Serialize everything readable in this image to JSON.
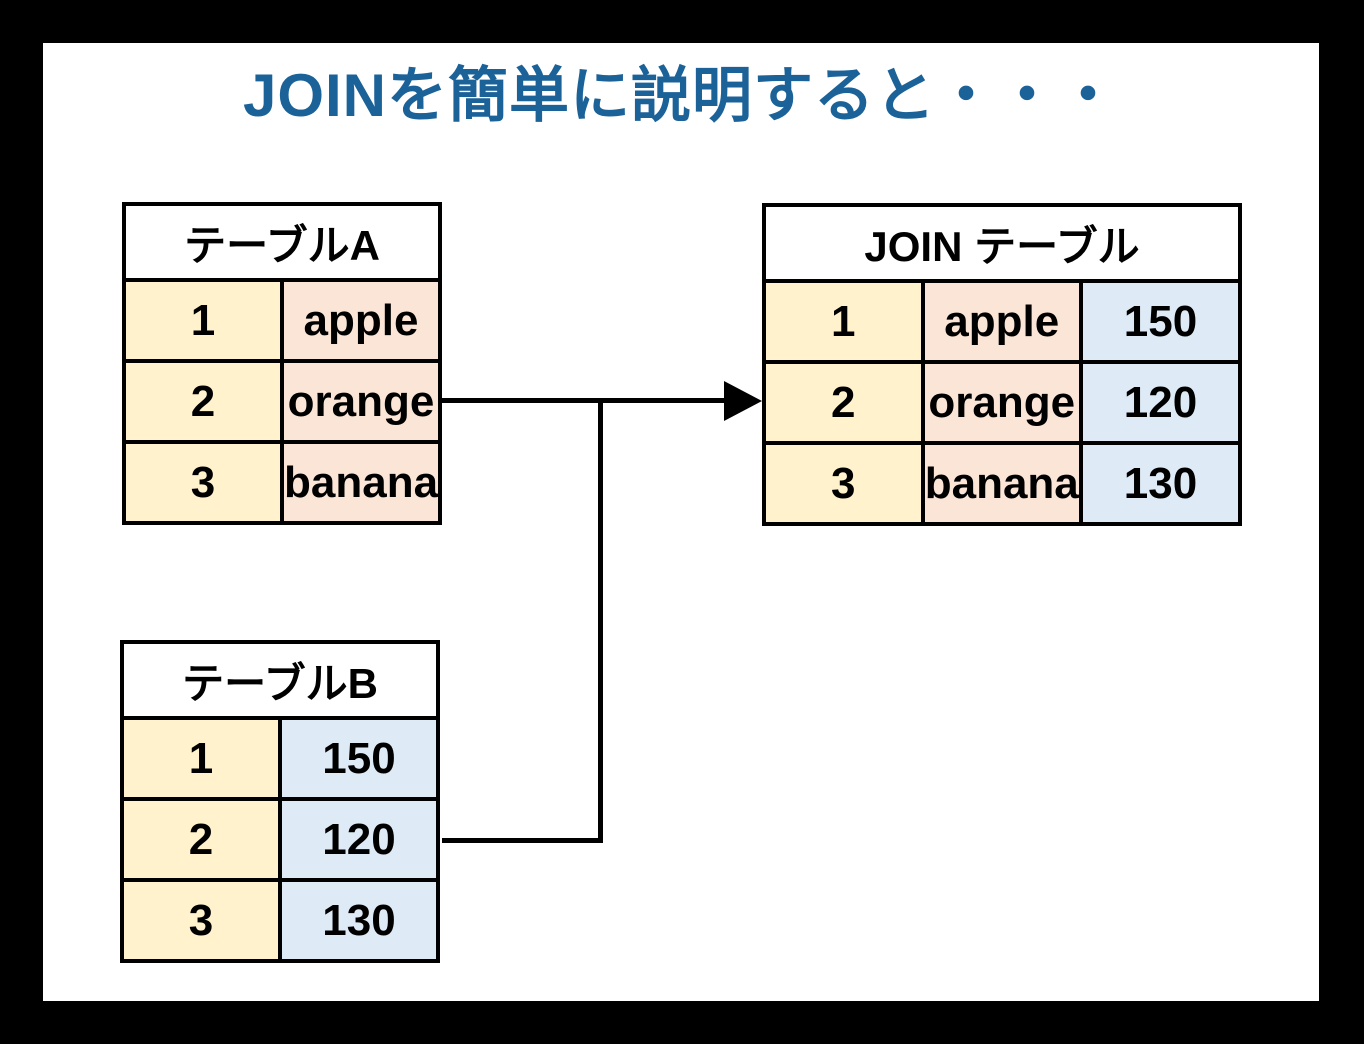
{
  "title": {
    "text": "JOINを簡単に説明すると・・・"
  },
  "tables": {
    "table_a": {
      "title": "テーブルA",
      "rows": [
        [
          "1",
          "apple"
        ],
        [
          "2",
          "orange"
        ],
        [
          "3",
          "banana"
        ]
      ]
    },
    "table_b": {
      "title": "テーブルB",
      "rows": [
        [
          "1",
          "150"
        ],
        [
          "2",
          "120"
        ],
        [
          "3",
          "130"
        ]
      ]
    },
    "join_table": {
      "title": "JOIN テーブル",
      "rows": [
        [
          "1",
          "apple",
          "150"
        ],
        [
          "2",
          "orange",
          "120"
        ],
        [
          "3",
          "banana",
          "130"
        ]
      ]
    }
  },
  "colors": {
    "frame_background": "#000000",
    "canvas_background": "#FFFFFF",
    "title_text": "#1B6299",
    "key_column_fill": "#FFF2CC",
    "label_column_fill": "#FBE5D6",
    "value_column_fill": "#DEEBF7",
    "table_border": "#000000",
    "connector": "#000000"
  }
}
